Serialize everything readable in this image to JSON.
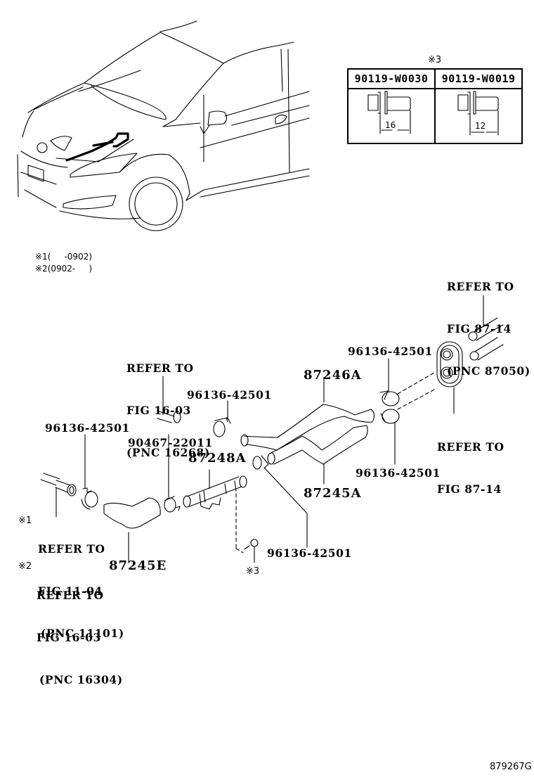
{
  "diagram": {
    "type": "parts-exploded-view",
    "figure_code": "879267G",
    "bolt_table": {
      "note_mark": "※3",
      "columns": [
        {
          "part_no": "90119-W0030",
          "dimension": "16"
        },
        {
          "part_no": "90119-W0019",
          "dimension": "12"
        }
      ]
    },
    "notes": [
      {
        "mark": "※1",
        "text": "(     -0902)"
      },
      {
        "mark": "※2",
        "text": "(0902-     )"
      }
    ],
    "labels": {
      "refer_87050": [
        "REFER TO",
        "FIG 87-14",
        "(PNC 87050)"
      ],
      "refer_16268": [
        "REFER TO",
        "FIG 16-03",
        "(PNC 16268)"
      ],
      "refer_87_14": [
        "REFER TO",
        "FIG 87-14"
      ],
      "refer_11101": {
        "mark": "※1",
        "lines": [
          "REFER TO",
          "FIG 11-04",
          "(PNC 11101)"
        ]
      },
      "refer_16304": {
        "mark": "※2",
        "lines": [
          "REFER TO",
          "FIG 16-03",
          "(PNC 16304)"
        ]
      },
      "clamp_top_right": "96136-42501",
      "clamp_bottom_right": "96136-42501",
      "clamp_center": "96136-42501",
      "clamp_left": "96136-42501",
      "clamp_bottom_center": "96136-42501",
      "clip": "90467-22011",
      "hose_87246A": "87246A",
      "hose_87245A": "87245A",
      "pipe_87248A": "87248A",
      "hose_87245E": "87245E",
      "bolt_mark": "※3"
    }
  }
}
